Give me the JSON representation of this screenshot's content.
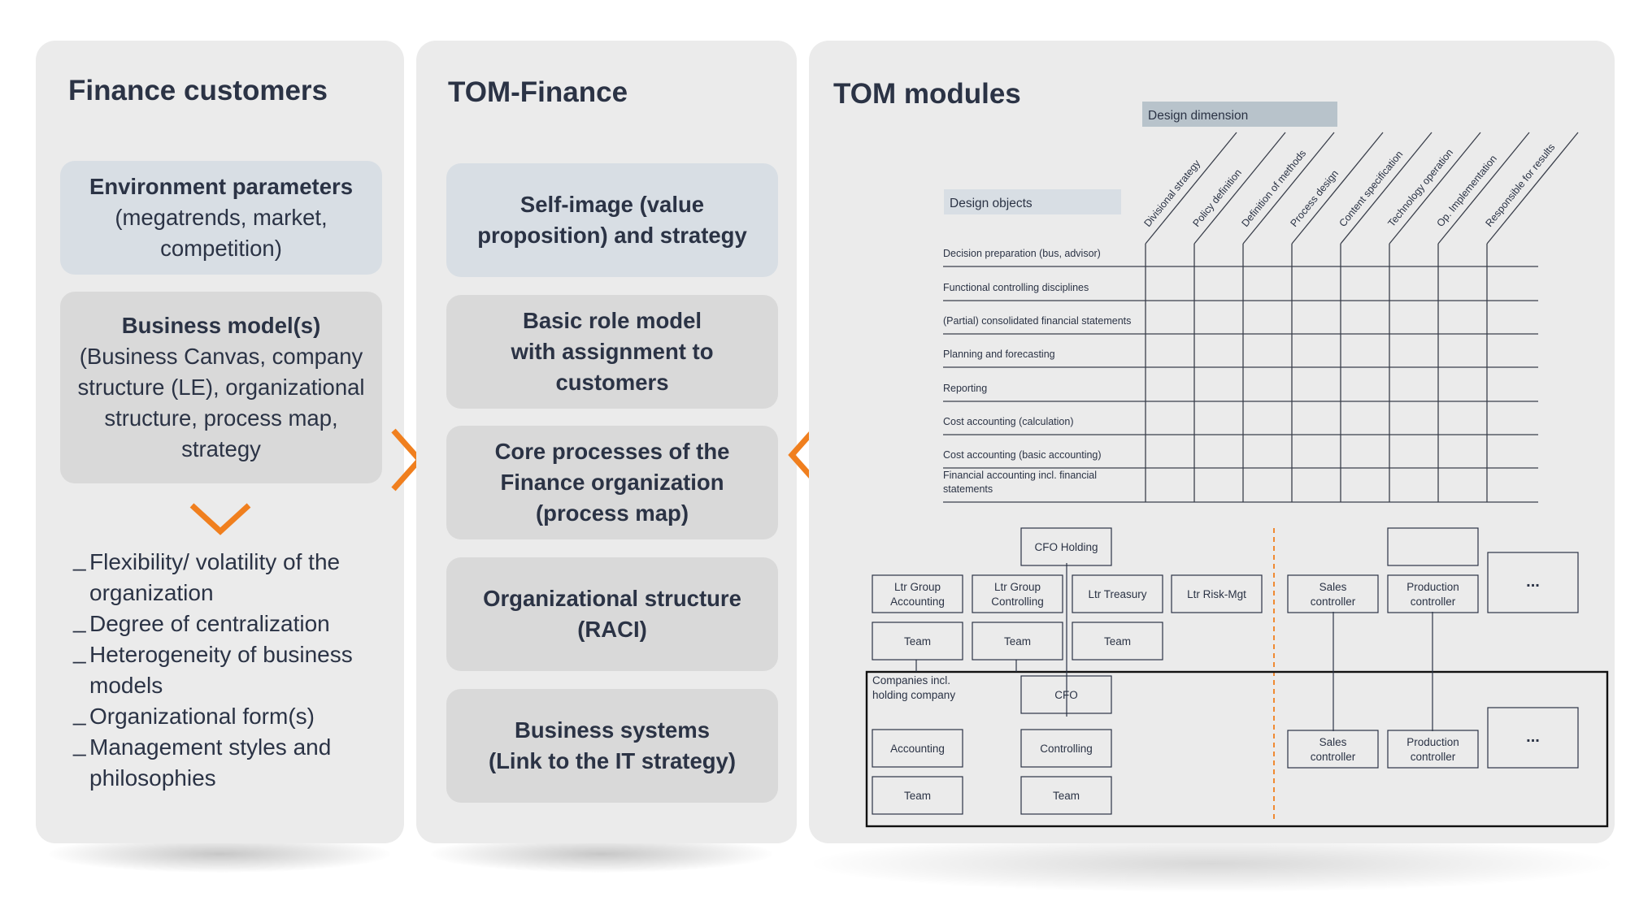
{
  "customers": {
    "title": "Finance customers",
    "box1": {
      "bold": "Environment parameters",
      "rest": [
        "(megatrends, market,",
        "competition)"
      ]
    },
    "box2": {
      "bold": "Business model(s)",
      "rest": [
        "(Business Canvas, company",
        "structure (LE), organizational",
        "structure, process map,",
        "strategy"
      ]
    },
    "list": [
      [
        "Flexibility/ volatility of the",
        "organization"
      ],
      [
        "Degree of centralization"
      ],
      [
        "Heterogeneity of business",
        "models"
      ],
      [
        "Organizational form(s)"
      ],
      [
        "Management styles and",
        "philosophies"
      ]
    ]
  },
  "tom_finance": {
    "title": "TOM-Finance",
    "boxes": [
      [
        "Self-image (value",
        "proposition) and strategy"
      ],
      [
        "Basic role model",
        "with assignment to customers"
      ],
      [
        "Core processes of the",
        "Finance organization",
        "(process map)"
      ],
      [
        "Organizational structure",
        "(RACI)"
      ],
      [
        "Business systems",
        "(Link to the IT strategy)"
      ]
    ]
  },
  "tom_modules": {
    "title": "TOM modules",
    "design_dimension_label": "Design dimension",
    "design_objects_label": "Design objects",
    "dimensions": [
      "Divisional strategy",
      "Policy definition",
      "Definition of methods",
      "Process design",
      "Content specification",
      "Technology operation",
      "Op. Implementation",
      "Responsible for results"
    ],
    "objects": [
      [
        "Decision preparation (bus, advisor)"
      ],
      [
        "Functional controlling disciplines"
      ],
      [
        "(Partial) consolidated financial statements"
      ],
      [
        "Planning and forecasting"
      ],
      [
        "Reporting"
      ],
      [
        "Cost accounting (calculation)"
      ],
      [
        "Cost accounting (basic accounting)"
      ],
      [
        "Financial accounting incl. financial",
        "statements"
      ]
    ],
    "org": {
      "cfo_holding": "CFO Holding",
      "ltr_group_accounting": [
        "Ltr Group",
        "Accounting"
      ],
      "ltr_group_controlling": [
        "Ltr Group",
        "Controlling"
      ],
      "ltr_treasury": "Ltr Treasury",
      "ltr_risk": "Ltr Risk-Mgt",
      "team": "Team",
      "companies_label": [
        "Companies incl.",
        "holding company"
      ],
      "cfo": "CFO",
      "accounting": "Accounting",
      "controlling": "Controlling",
      "sales_controller": [
        "Sales",
        "controller"
      ],
      "production_controller": [
        "Production",
        "controller"
      ],
      "ellipsis": "..."
    }
  },
  "colors": {
    "accent": "#f07f1e",
    "panel": "#ebebeb",
    "blue_box": "#d8dee4",
    "grey_box": "#d9d9d9",
    "text": "#2b3345",
    "label_fill": "#b8c3cb"
  }
}
